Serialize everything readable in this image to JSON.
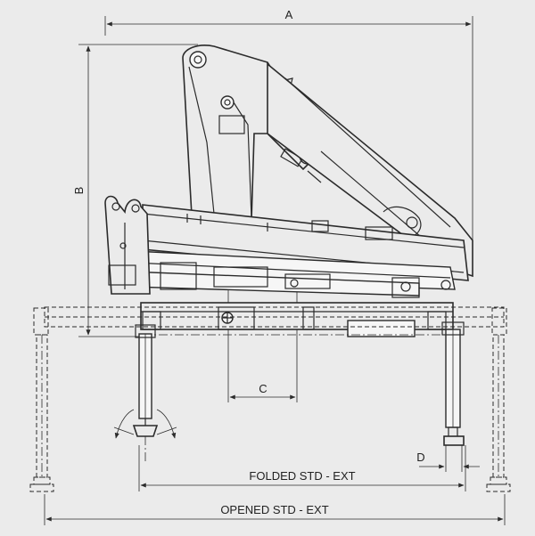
{
  "dimensions": {
    "a_label": "A",
    "b_label": "B",
    "c_label": "C",
    "d_label": "D",
    "folded_label": "FOLDED STD - EXT",
    "opened_label": "OPENED STD - EXT"
  },
  "colors": {
    "background": "#ebebeb",
    "line": "#2b2b2b"
  }
}
